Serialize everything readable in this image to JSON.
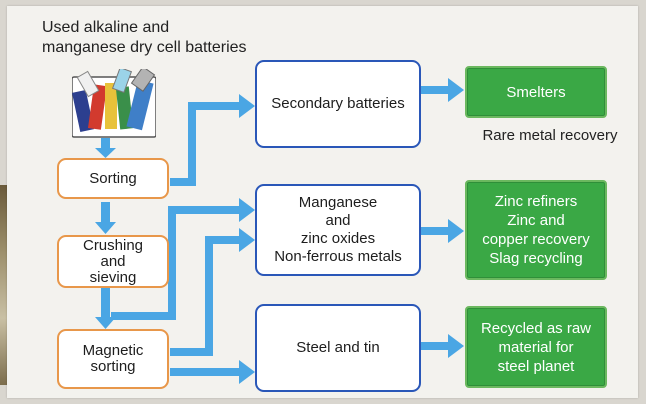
{
  "header": {
    "line1": "Used alkaline and",
    "line2": "manganese dry cell batteries"
  },
  "process_steps": {
    "sorting": [
      "Sorting"
    ],
    "crushing": [
      "Crushing",
      "and",
      "sieving"
    ],
    "magnetic": [
      "Magnetic",
      "sorting"
    ]
  },
  "materials": {
    "secondary": [
      "Secondary batteries"
    ],
    "oxides": [
      "Manganese",
      "and",
      "zinc oxides",
      "Non-ferrous metals"
    ],
    "steel": [
      "Steel and tin"
    ]
  },
  "destinations": {
    "smelters": [
      "Smelters"
    ],
    "smelters_caption": "Rare metal recovery",
    "zinc": [
      "Zinc refiners",
      "Zinc and",
      "copper recovery",
      "Slag recycling"
    ],
    "steel": [
      "Recycled as raw",
      "material for",
      "steel planet"
    ]
  },
  "colors": {
    "arrow": "#4aa6e4",
    "process_border": "#e8974a",
    "material_border": "#2a57b8",
    "destination_fill": "#3aa845"
  },
  "icons": [
    "battery-pile-icon"
  ]
}
